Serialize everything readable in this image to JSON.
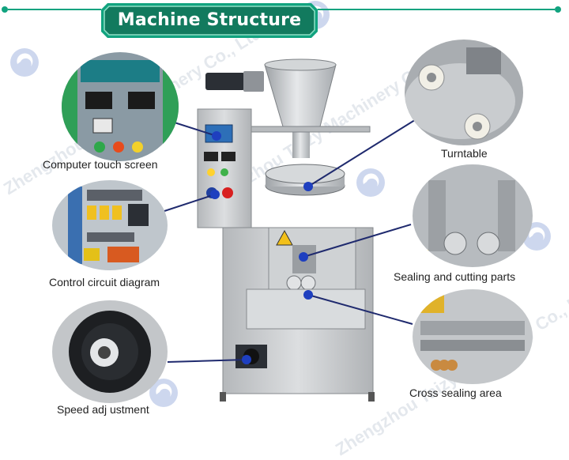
{
  "title": "Machine Structure",
  "colors": {
    "accent": "#11a37f",
    "banner": "#127a5e",
    "pointer": "#1f2a6e",
    "steel": "#c9ccce"
  },
  "callouts": {
    "touch_screen": "Computer touch screen",
    "circuit": "Control circuit diagram",
    "speed": "Speed adj ustment",
    "turntable": "Turntable",
    "sealing": "Sealing and cutting parts",
    "cross": "Cross sealing area"
  },
  "watermark": {
    "company": "Zhengzhou Taizy Machinery Co., Ltd"
  },
  "icons": [
    "brand-logo-icon"
  ]
}
